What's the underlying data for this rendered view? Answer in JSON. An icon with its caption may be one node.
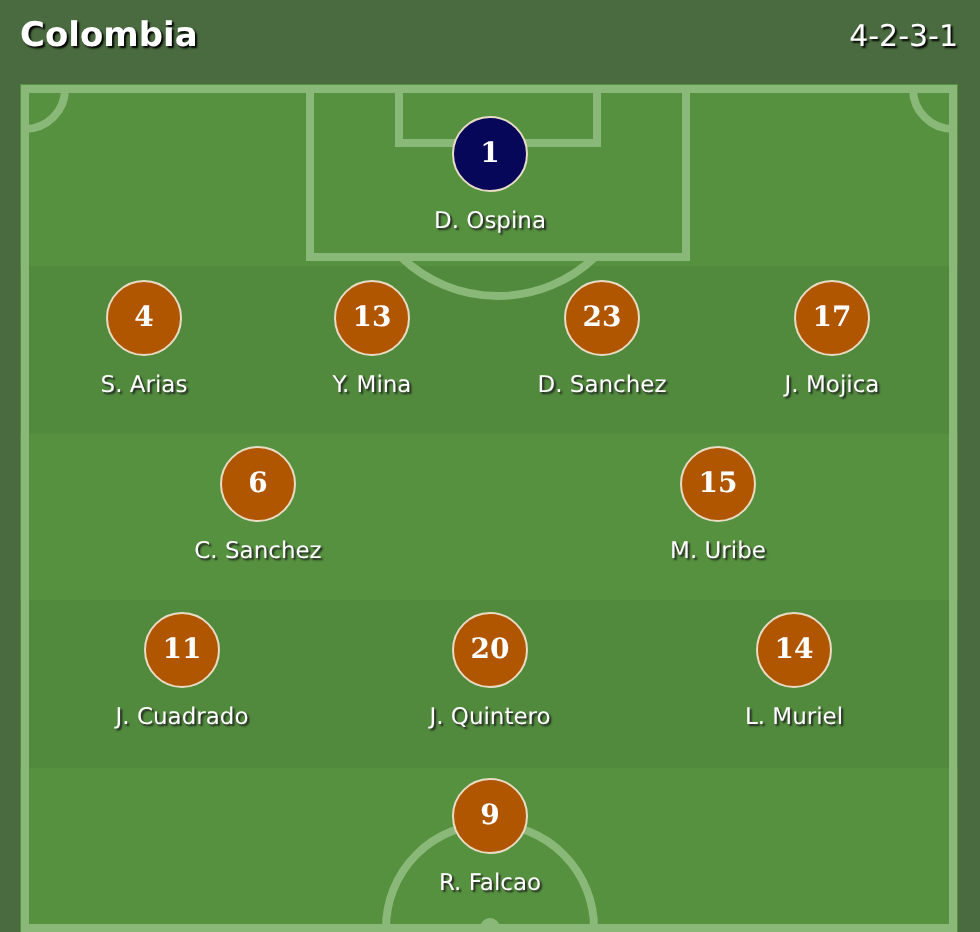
{
  "diagram": {
    "title": "Colombia",
    "labels": [
      "4-2-3-1"
    ],
    "nodes": [
      {
        "text": [
          "1"
        ],
        "beside": [
          "D. Ospina"
        ]
      },
      {
        "text": [
          "4"
        ],
        "beside": [
          "S. Arias"
        ]
      },
      {
        "text": [
          "13"
        ],
        "beside": [
          "Y. Mina"
        ]
      },
      {
        "text": [
          "23"
        ],
        "beside": [
          "D. Sanchez"
        ]
      },
      {
        "text": [
          "17"
        ],
        "beside": [
          "J. Mojica"
        ]
      },
      {
        "text": [
          "6"
        ],
        "beside": [
          "C. Sanchez"
        ]
      },
      {
        "text": [
          "15"
        ],
        "beside": [
          "M. Uribe"
        ]
      },
      {
        "text": [
          "11"
        ],
        "beside": [
          "J. Cuadrado"
        ]
      },
      {
        "text": [
          "20"
        ],
        "beside": [
          "J. Quintero"
        ]
      },
      {
        "text": [
          "14"
        ],
        "beside": [
          "L. Muriel"
        ]
      },
      {
        "text": [
          "9"
        ],
        "beside": [
          "R. Falcao"
        ]
      }
    ],
    "edges": []
  }
}
